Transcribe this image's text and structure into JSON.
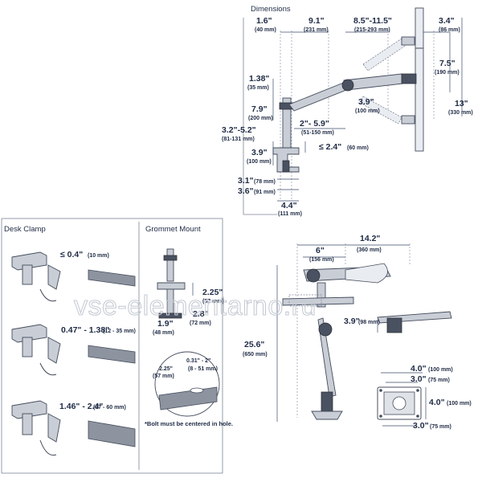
{
  "title": "Dimensions",
  "top_dims": {
    "d1": {
      "in": "1.6\"",
      "mm": "(40 mm)"
    },
    "d2": {
      "in": "9.1\"",
      "mm": "(231 mm)"
    },
    "d3": {
      "in": "8.5\"-11.5\"",
      "mm": "(215-293 mm)"
    },
    "d4": {
      "in": "3.4\"",
      "mm": "(86 mm)"
    },
    "d5": {
      "in": "1.38\"",
      "mm": "(35 mm)"
    },
    "d6": {
      "in": "7.5\"",
      "mm": "(190 mm)"
    },
    "d7": {
      "in": "7.9\"",
      "mm": "(200 mm)"
    },
    "d8": {
      "in": "3.9\"",
      "mm": "(100 mm)"
    },
    "d9": {
      "in": "13\"",
      "mm": "(330 mm)"
    },
    "d10": {
      "in": "2\"- 5.9\"",
      "mm": "(51-150 mm)"
    },
    "d11": {
      "in": "3.2\"-5.2\"",
      "mm": "(81-131 mm)"
    },
    "d12": {
      "in": "≤ 2.4\"",
      "mm": "(60 mm)"
    },
    "d13": {
      "in": "3.9\"",
      "mm": "(100 mm)"
    },
    "d14": {
      "in": "3.1\"",
      "mm": "(78 mm)"
    },
    "d15": {
      "in": "3.6\"",
      "mm": "(91 mm)"
    },
    "d16": {
      "in": "4.4\"",
      "mm": "(111 mm)"
    }
  },
  "desk_clamp": {
    "title": "Desk Clamp",
    "r1": {
      "in": "≤ 0.4\"",
      "mm": "(10 mm)"
    },
    "r2": {
      "in": "0.47\" - 1.38\"",
      "mm": "(12 - 35 mm)"
    },
    "r3": {
      "in": "1.46\" - 2.4\"",
      "mm": "(37 - 60 mm)"
    }
  },
  "grommet": {
    "title": "Grommet Mount",
    "a": {
      "in": "2.25\"",
      "mm": "(57 mm)"
    },
    "b": {
      "in": "2.8\"",
      "mm": "(72 mm)"
    },
    "c": {
      "in": "1.9\"",
      "mm": "(48 mm)"
    },
    "d": {
      "in": "2.25\"",
      "mm": "(57 mm)"
    },
    "e": {
      "in": "0.31\" - 2\"",
      "mm": "(8 - 51 mm)"
    },
    "note": "*Bolt must be centered in hole."
  },
  "top_view": {
    "d1": {
      "in": "6\"",
      "mm": "(156 mm)"
    },
    "d2": {
      "in": "14.2\"",
      "mm": "(360 mm)"
    },
    "d3": {
      "in": "25.6\"",
      "mm": "(650 mm)"
    },
    "d4": {
      "in": "3.9\"",
      "mm": "(98 mm)"
    }
  },
  "vesa": {
    "a": {
      "in": "4.0\"",
      "mm": "(100 mm)"
    },
    "b": {
      "in": "3.0\"",
      "mm": "(75 mm)"
    },
    "c": {
      "in": "4.0\"",
      "mm": "(100 mm)"
    },
    "d": {
      "in": "3.0\"",
      "mm": "(75 mm)"
    }
  },
  "watermark": "vse-elementarno.ru"
}
